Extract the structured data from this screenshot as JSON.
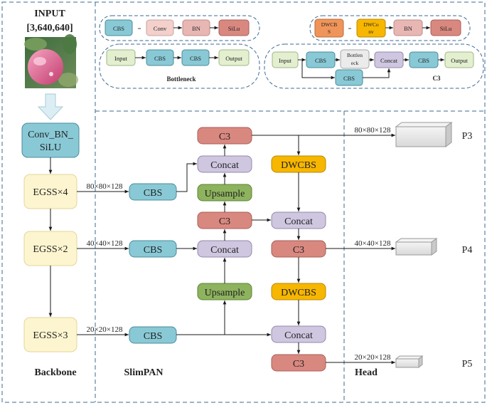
{
  "legend": {
    "cbs_eq": {
      "cbs": "CBS",
      "eq": "=",
      "conv": "Conv",
      "bn": "BN",
      "silu": "SiLu"
    },
    "dwcbs_eq": {
      "dwcbs_line1": "DWCB",
      "dwcbs_line2": "S",
      "eq": "=",
      "dwconv_line1": "DWCo",
      "dwconv_line2": "nv",
      "bn": "BN",
      "silu": "SiLu"
    },
    "bottleneck": {
      "input": "Input",
      "cbs1": "CBS",
      "cbs2": "CBS",
      "output": "Output",
      "caption": "Bottleneck"
    },
    "c3": {
      "input": "Input",
      "cbs_top": "CBS",
      "bottleneck_line1": "Bottlen",
      "bottleneck_line2": "eck",
      "concat": "Concat",
      "cbs_out": "CBS",
      "output": "Output",
      "cbs_bottom": "CBS",
      "caption": "C3"
    }
  },
  "backbone": {
    "input_title": "INPUT",
    "input_shape": "[3,640,640]",
    "conv": {
      "line1": "Conv_BN_",
      "line2": "SiLU"
    },
    "egss1": "EGSS×4",
    "egss2": "EGSS×2",
    "egss3": "EGSS×3",
    "section_label": "Backbone"
  },
  "neck": {
    "dim1": "80×80×128",
    "dim2": "40×40×128",
    "dim3": "20×20×128",
    "cbs1": "CBS",
    "cbs2": "CBS",
    "cbs3": "CBS",
    "c3_top": "C3",
    "concat_top": "Concat",
    "upsample_top": "Upsample",
    "c3_mid": "C3",
    "concat_mid": "Concat",
    "upsample_low": "Upsample",
    "dwcbs1": "DWCBS",
    "concat_r1": "Concat",
    "c3_r1": "C3",
    "dwcbs2": "DWCBS",
    "concat_r2": "Concat",
    "c3_r2": "C3",
    "section_label": "SlimPAN"
  },
  "head": {
    "dim_p3": "80×80×128",
    "dim_p4": "40×40×128",
    "dim_p5": "20×20×128",
    "p3": "P3",
    "p4": "P4",
    "p5": "P5",
    "section_label": "Head"
  },
  "colors": {
    "cbs": "#89c9d6",
    "c3": "#d98880",
    "concat": "#cfc6e0",
    "upsample": "#8db35e",
    "dwcbs": "#f7b600",
    "egss": "#fdf5cf",
    "conv": "#f3d0cc",
    "bn": "#e8b7b3",
    "silu": "#d98880",
    "io": "#e3efcf",
    "dash": "#3d6a93"
  }
}
